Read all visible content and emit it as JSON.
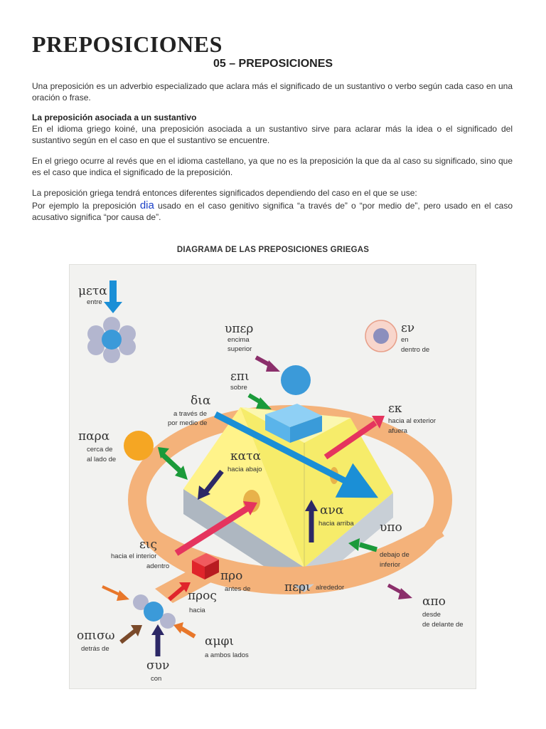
{
  "document": {
    "title": "PREPOSICIONES",
    "subtitle": "05 – PREPOSICIONES",
    "intro": "Una preposición es un adverbio especializado que aclara más el significado de un sustantivo o verbo según cada caso en una oración o frase.",
    "section_heading": "La preposición asociada a un sustantivo",
    "section_text": "En el idioma griego koiné, una preposición asociada a un sustantivo sirve para aclarar más la idea o el significado del sustantivo según en el caso en que el sustantivo se encuentre.",
    "para2": "En el griego ocurre al revés que en el idioma castellano, ya que no es la preposición la que da al caso su significado, sino que es el caso que indica el significado de la preposición.",
    "para3": "La preposición griega tendrá entonces diferentes significados dependiendo del caso en el que se use:",
    "para4_before": "Por ejemplo la preposición ",
    "para4_word": "dia",
    "para4_after": " usado en el caso genitivo significa “a través de” o “por medio de”, pero usado en el caso acusativo significa “por causa de”.",
    "diagram_title": "DIAGRAMA DE LAS PREPOSICIONES GRIEGAS"
  },
  "diagram": {
    "meta": {
      "greek": "μετα",
      "label1": "entre"
    },
    "hyper": {
      "greek": "υπερ",
      "label1": "encima",
      "label2": "superior"
    },
    "en": {
      "greek": "εν",
      "label1": "en",
      "label2": "dentro de"
    },
    "epi": {
      "greek": "επι",
      "label1": "sobre"
    },
    "dia": {
      "greek": "δια",
      "label1": "a través de",
      "label2": "por medio de"
    },
    "ek": {
      "greek": "εκ",
      "label1": "hacia al exterior",
      "label2": "afuera"
    },
    "para": {
      "greek": "παρα",
      "label1": "cerca de",
      "label2": "al lado de"
    },
    "kata": {
      "greek": "κατα",
      "label1": "hacia abajo"
    },
    "ana": {
      "greek": "ανα",
      "label1": "hacia arriba"
    },
    "eis": {
      "greek": "εις",
      "label1": "hacia el interior",
      "label2": "adentro"
    },
    "hypo": {
      "greek": "υπο",
      "label1": "debajo de",
      "label2": "inferior"
    },
    "pro": {
      "greek": "προ",
      "label1": "antes de"
    },
    "peri": {
      "greek": "περι",
      "label1": "alrededor"
    },
    "pros": {
      "greek": "προς",
      "label1": "hacia"
    },
    "apo": {
      "greek": "απο",
      "label1": "desde",
      "label2": "de delante de"
    },
    "opiso": {
      "greek": "οπισω",
      "label1": "detrás de"
    },
    "amphi": {
      "greek": "αμφι",
      "label1": "a ambos lados"
    },
    "syn": {
      "greek": "συν",
      "label1": "con"
    },
    "colors": {
      "ring": "#f4b27a",
      "pyramid_top": "#fbf37e",
      "pyramid_base": "#b8c1cb",
      "blue_sphere": "#3b9ad9",
      "orange_sphere": "#f5a623",
      "red_cube": "#e0242b",
      "arrow_blue": "#1b8fd6",
      "arrow_green": "#1b9a3a",
      "arrow_purple": "#8b2f6b",
      "arrow_navy": "#2c2866",
      "arrow_pink": "#e5345e",
      "arrow_orange": "#e8772a"
    }
  }
}
